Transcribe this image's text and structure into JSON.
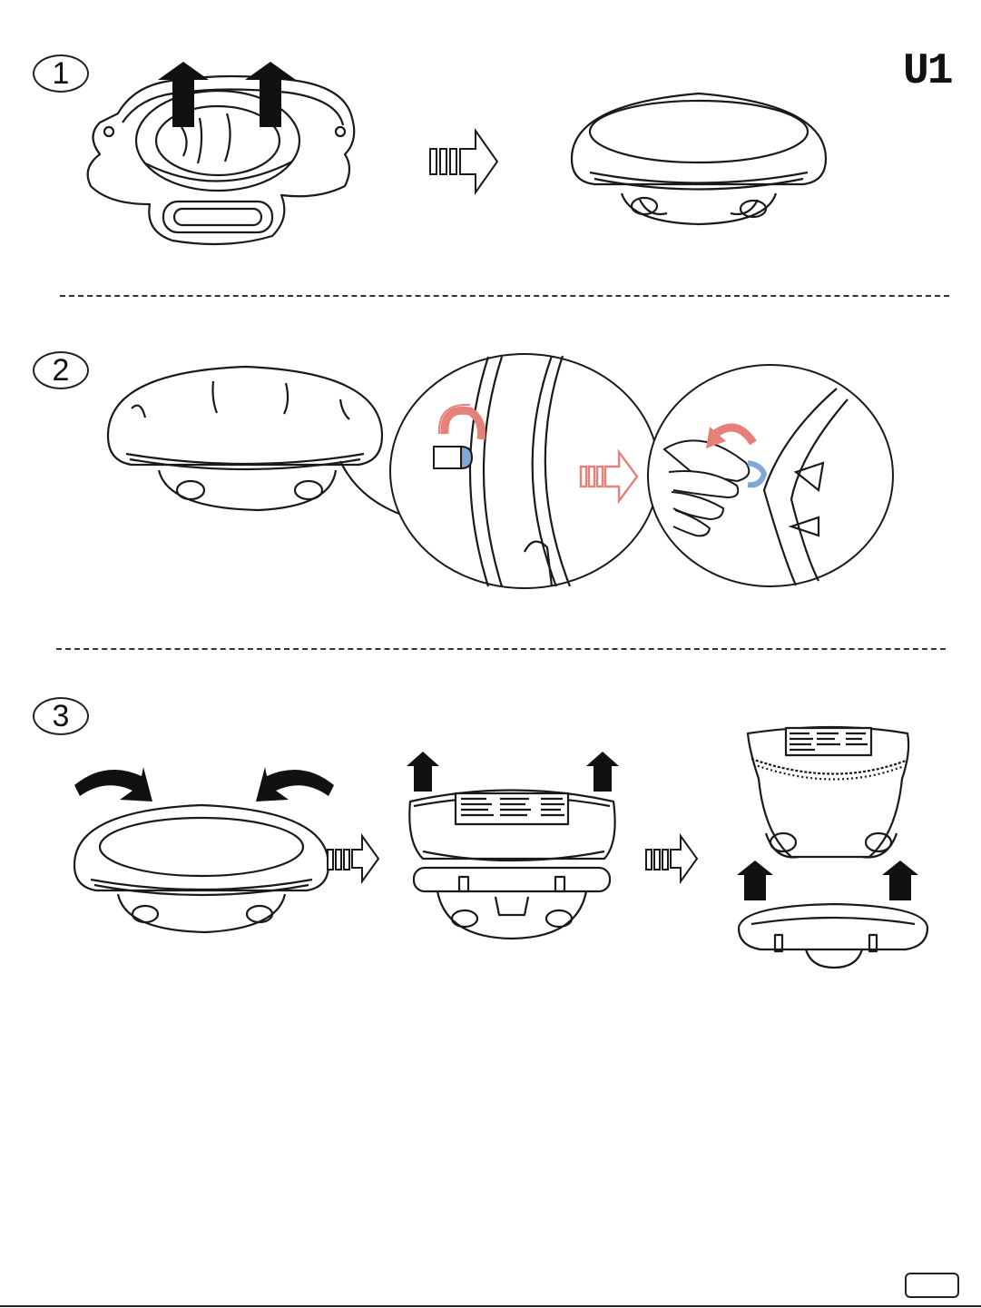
{
  "page": {
    "code": "U1"
  },
  "steps": [
    {
      "number": "1"
    },
    {
      "number": "2"
    },
    {
      "number": "3"
    }
  ],
  "colors": {
    "line": "#1a1a1a",
    "accent_red": "#e8807a",
    "accent_blue": "#7fa8d8"
  },
  "icons": [
    "up-arrow-icon",
    "process-arrow-icon",
    "curved-arrow-icon",
    "finger-hand-icon"
  ]
}
